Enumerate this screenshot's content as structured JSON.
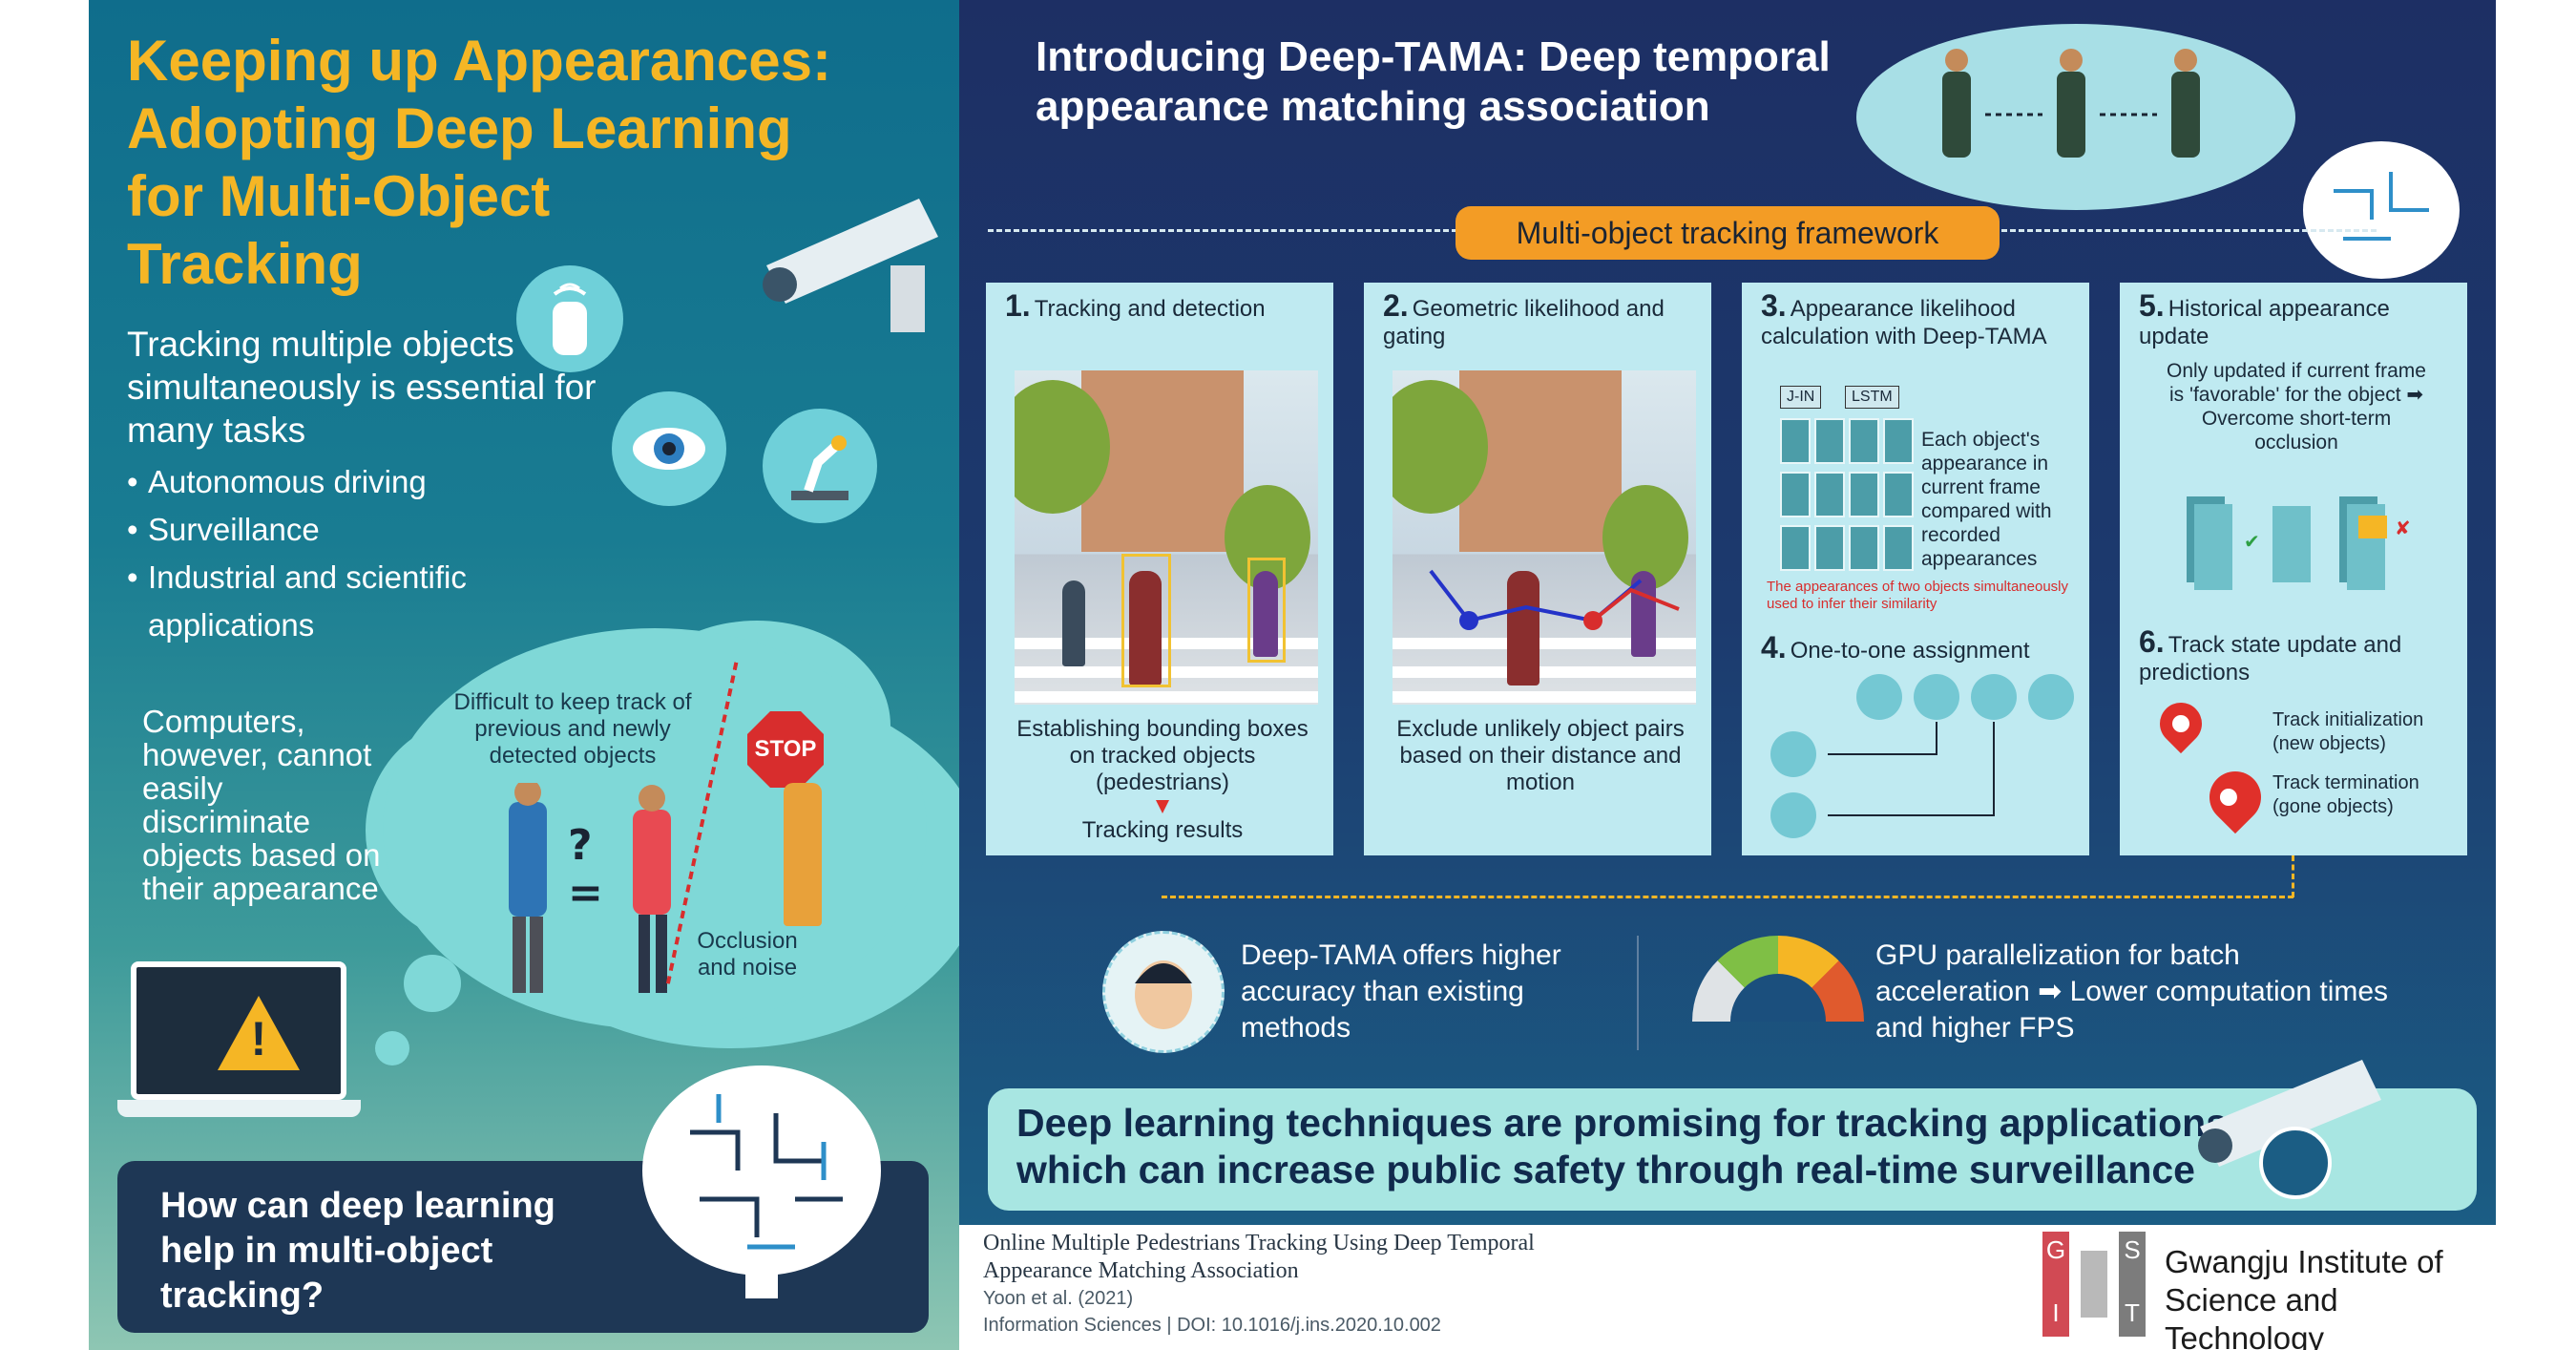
{
  "left": {
    "title": [
      "Keeping up Appearances:",
      "Adopting Deep Learning",
      "for Multi-Object",
      "Tracking"
    ],
    "intro": "Tracking multiple objects simultaneously is essential for many tasks",
    "bullets": [
      "Autonomous driving",
      "Surveillance",
      "Industrial and scientific applications"
    ],
    "computers_text": "Computers, however, cannot easily discriminate objects based on their appearance",
    "cloud_text": "Difficult to keep track of previous and newly detected objects",
    "occlusion_text": "Occlusion and noise",
    "stop_label": "STOP",
    "question": "How can deep learning help in multi-object tracking?"
  },
  "right": {
    "title": [
      "Introducing Deep-TAMA: Deep temporal",
      "appearance matching association"
    ],
    "framework_label": "Multi-object tracking framework",
    "cards": [
      {
        "num": "1.",
        "title": "Tracking and detection",
        "caption": "Establishing bounding boxes on tracked objects (pedestrians)",
        "result": "Tracking results"
      },
      {
        "num": "2.",
        "title": "Geometric likelihood and gating",
        "caption": "Exclude unlikely object pairs based on their distance and motion"
      },
      {
        "num": "3.",
        "title": "Appearance likelihood calculation with Deep-TAMA",
        "jin": "J-IN",
        "lstm": "LSTM",
        "note": "Each object's appearance in current frame compared with recorded appearances",
        "red_note": "The appearances of two objects simultaneously used to infer their similarity",
        "num4": "4.",
        "title4": "One-to-one assignment"
      },
      {
        "num": "5.",
        "title": "Historical appearance update",
        "note": "Only updated if current frame is 'favorable' for the object ➡ Overcome short-term occlusion",
        "num6": "6.",
        "title6": "Track state update and predictions",
        "init": "Track initialization (new objects)",
        "term": "Track termination (gone objects)"
      }
    ],
    "feature1": "Deep-TAMA offers higher accuracy than existing methods",
    "feature2": "GPU parallelization for batch acceleration ➡ Lower computation times and higher FPS",
    "conclusion": [
      "Deep learning techniques are promising for tracking applications,",
      "which can increase public safety through real-time surveillance"
    ]
  },
  "footer": {
    "ref_title": [
      "Online Multiple Pedestrians Tracking Using Deep Temporal",
      "Appearance Matching Association"
    ],
    "authors": "Yoon et al. (2021)",
    "journal": "Information Sciences   |   DOI: 10.1016/j.ins.2020.10.002",
    "institute": [
      "Gwangju Institute of",
      "Science and Technology"
    ],
    "logo_letters": [
      "G",
      "I",
      "S",
      "T"
    ]
  },
  "colors": {
    "accent": "#f5b625",
    "dark_navy": "#1e3755",
    "light_teal": "#bfeaf1",
    "orange": "#f39c25",
    "red": "#d82d2d"
  },
  "icons": [
    "car-icon",
    "eye-icon",
    "robot-arm-icon",
    "warning-icon",
    "brain-circuit-icon",
    "security-camera-icon",
    "location-pin-icon",
    "face-scan-icon",
    "speed-gauge-icon"
  ]
}
